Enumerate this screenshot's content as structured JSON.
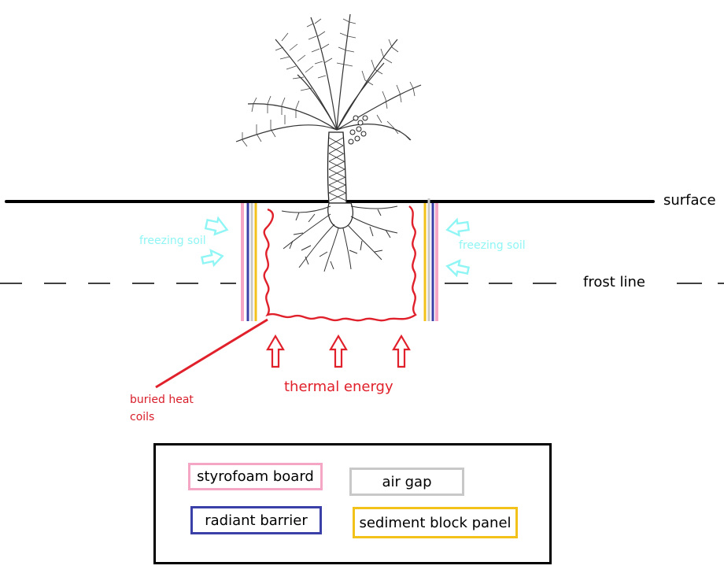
{
  "labels": {
    "surface": "surface",
    "frost_line": "frost line",
    "freezing_soil_left": "freezing soil",
    "freezing_soil_right": "freezing soil",
    "thermal_energy": "thermal energy",
    "buried_heat_coils": "buried heat coils"
  },
  "legend": {
    "items": [
      {
        "label": "styrofoam board",
        "color": "#f4a6c4"
      },
      {
        "label": "air gap",
        "color": "#c8c8c8"
      },
      {
        "label": "radiant barrier",
        "color": "#3b3fa8"
      },
      {
        "label": "sediment block panel",
        "color": "#f2c21b"
      }
    ]
  },
  "colors": {
    "heat": "#e0202a",
    "freezing": "#8ff5f5",
    "ground": "#000000"
  },
  "icons": [
    "palm-tree-icon",
    "arrow-up-icon",
    "arrow-right-icon",
    "arrow-left-icon"
  ]
}
